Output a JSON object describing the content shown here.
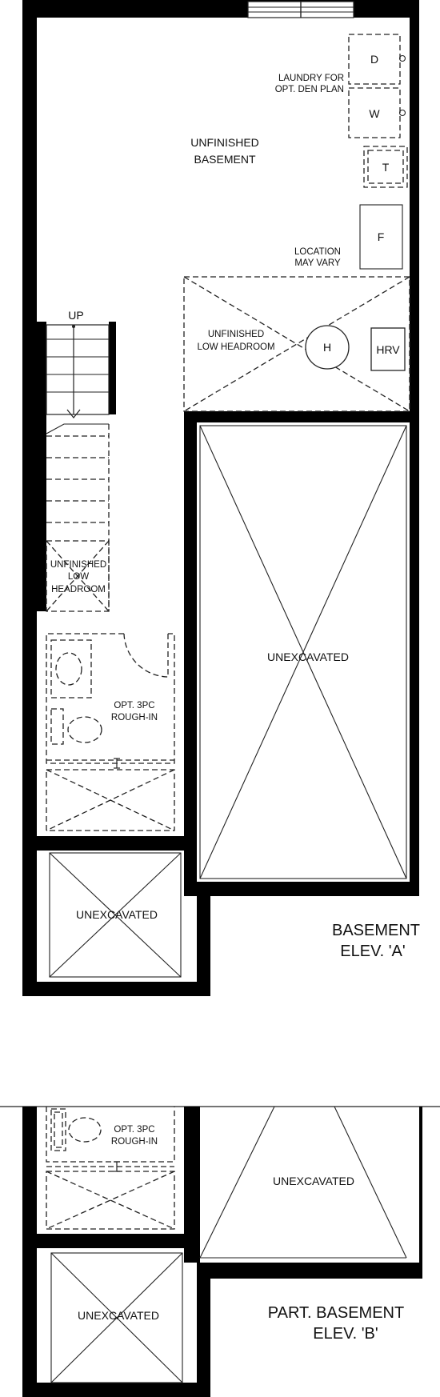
{
  "plan_a": {
    "unfinished_basement": [
      "UNFINISHED",
      "BASEMENT"
    ],
    "laundry_note": [
      "LAUNDRY FOR",
      "OPT. DEN PLAN"
    ],
    "dryer": "D",
    "washer": "W",
    "tub": "T",
    "furnace": "F",
    "location_note": [
      "LOCATION",
      "MAY VARY"
    ],
    "low_headroom_upper": [
      "UNFINISHED",
      "LOW HEADROOM"
    ],
    "water_heater": "H",
    "hrv": "HRV",
    "stair_up": "UP",
    "low_headroom_stair": [
      "UNFINISHED",
      "LOW",
      "HEADROOM"
    ],
    "rough_in": [
      "OPT. 3PC",
      "ROUGH-IN"
    ],
    "unexcavated_main": "UNEXCAVATED",
    "unexcavated_porch": "UNEXCAVATED",
    "title": [
      "BASEMENT",
      "ELEV. 'A'"
    ]
  },
  "plan_b": {
    "rough_in": [
      "OPT. 3PC",
      "ROUGH-IN"
    ],
    "unexcavated_main": "UNEXCAVATED",
    "unexcavated_porch": "UNEXCAVATED",
    "title": [
      "PART. BASEMENT",
      "ELEV. 'B'"
    ]
  }
}
